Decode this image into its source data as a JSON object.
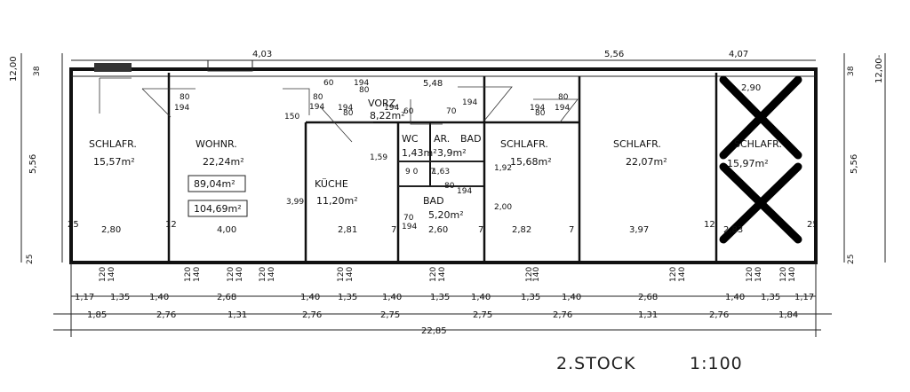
{
  "plan": {
    "title": "2.STOCK",
    "scale": "1:100",
    "total_width": "22,85",
    "left_height": "5,56",
    "right_height": "5,56",
    "left_outer": "12,00",
    "right_outer": "12,00-",
    "left_38": "38",
    "right_38": "38",
    "left_25": "25",
    "right_25": "25",
    "rooms": [
      {
        "name": "SCHLAFR.",
        "area": "15,57m²"
      },
      {
        "name": "WOHNR.",
        "area": "22,24m²",
        "box1": "89,04m²",
        "box2": "104,69m²"
      },
      {
        "name": "VORZ.",
        "area": "8,22m²"
      },
      {
        "name": "KÜCHE",
        "area": "11,20m²"
      },
      {
        "name": "WC",
        "area": "1,43m²"
      },
      {
        "name": "AR.",
        "sub": "BAD",
        "area": "3,9m²"
      },
      {
        "name": "BAD",
        "area": "5,20m²"
      },
      {
        "name": "SCHLAFR.",
        "area": "15,68m²"
      },
      {
        "name": "SCHLAFR.",
        "area": "22,07m²"
      },
      {
        "name": "SCHLAFR.",
        "area": "15,97m²",
        "crossed": true
      }
    ],
    "top_dims": [
      "4,03",
      "5,56",
      "4,07",
      "5,48",
      "2,90"
    ],
    "inner_dims": [
      "2,80",
      "4,00",
      "2,81",
      "2,60",
      "2,82",
      "3,97",
      "2,83",
      "12",
      "25",
      "12",
      "7",
      "7",
      "7",
      "25"
    ],
    "misc_labels": [
      "80",
      "194",
      "80",
      "194",
      "150",
      "80",
      "194",
      "60",
      "194",
      "80",
      "194",
      "80",
      "194",
      "1,59",
      "3,99",
      "1,92",
      "2,00",
      "9 0",
      "1,63",
      "7",
      "70",
      "194",
      "70",
      "194",
      "80",
      "194",
      "60",
      "194",
      "80"
    ],
    "row1": [
      "1,17",
      "1,35",
      "1,40",
      "2,68",
      "1,40",
      "1,35",
      "1,40",
      "1,35",
      "1,40",
      "1,35",
      "1,40",
      "2,68",
      "1,40",
      "1,35",
      "1,17"
    ],
    "row2": [
      "1,85",
      "2,76",
      "1,31",
      "2,76",
      "2,75",
      "2,75",
      "2,76",
      "1,31",
      "2,76",
      "1,84"
    ],
    "window_labels": [
      "120",
      "140",
      "120",
      "140",
      "120",
      "140",
      "120",
      "140",
      "120",
      "140",
      "120",
      "140",
      "120",
      "140",
      "120",
      "140",
      "120",
      "140",
      "120",
      "140"
    ]
  }
}
